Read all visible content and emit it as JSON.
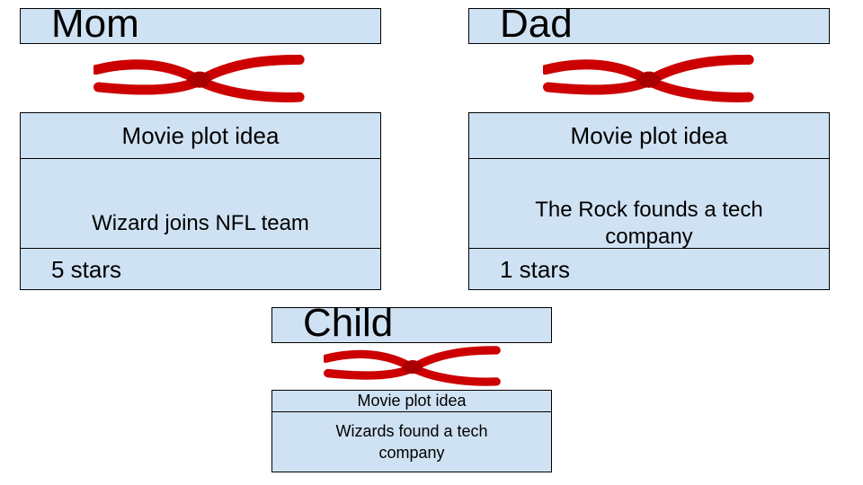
{
  "parents": {
    "mom": {
      "name": "Mom",
      "plot_header": "Movie plot idea",
      "plot": "Wizard joins NFL team",
      "rating": "5 stars"
    },
    "dad": {
      "name": "Dad",
      "plot_header": "Movie plot idea",
      "plot": "The Rock founds a tech company",
      "rating": "1 stars"
    }
  },
  "child": {
    "name": "Child",
    "plot_header": "Movie plot idea",
    "plot": "Wizards found a tech company"
  },
  "colors": {
    "box_fill": "#cfe2f3",
    "chromosome": "#cc0000"
  },
  "icons": [
    "chromosome-icon"
  ]
}
